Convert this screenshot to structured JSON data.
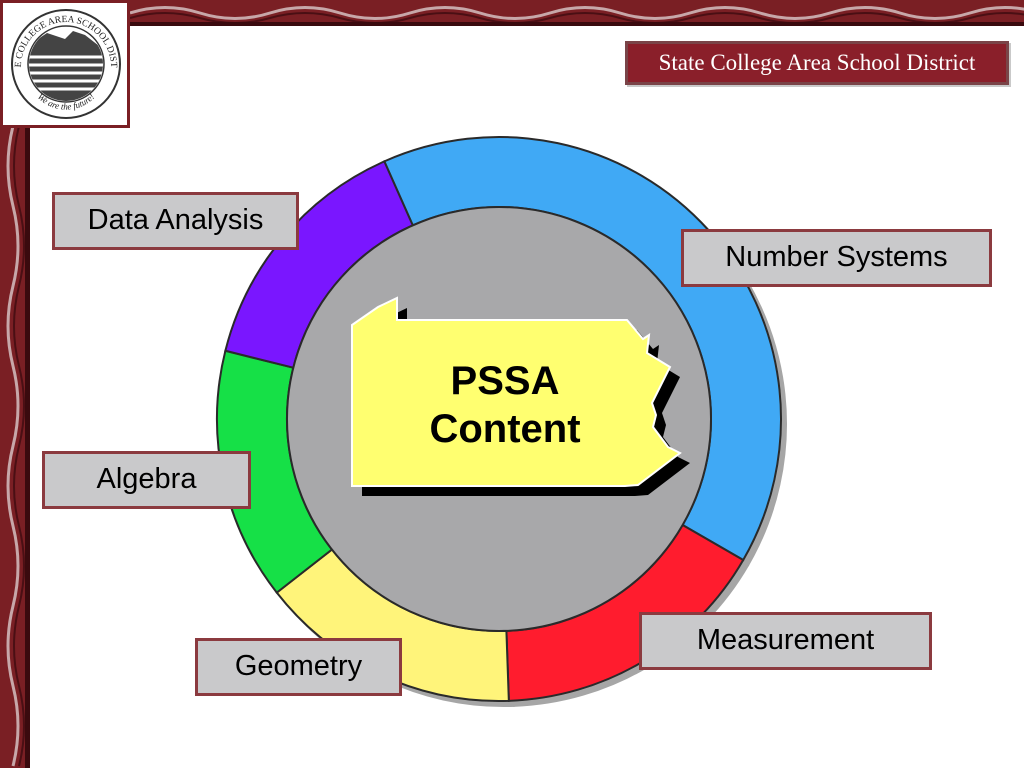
{
  "header": {
    "district_name": "State College Area School District",
    "logo_icon": "school-district-seal-icon",
    "logo_text_top": "STATE COLLEGE AREA SCHOOL DISTRICT",
    "logo_text_bottom": "We are the future!"
  },
  "diagram": {
    "center_line1": "PSSA",
    "center_line2": "Content",
    "segments": [
      {
        "label": "Number Systems",
        "color": "#3fa9f5"
      },
      {
        "label": "Measurement",
        "color": "#ff1a2e"
      },
      {
        "label": "Geometry",
        "color": "#fff47a"
      },
      {
        "label": "Algebra",
        "color": "#12e046"
      },
      {
        "label": "Data Analysis",
        "color": "#7a12ff"
      }
    ]
  },
  "colors": {
    "border_accent": "#7a1f24",
    "center_disc": "#a8a8aa",
    "state_shape": "#ffff70",
    "label_fill": "#c9c9cb"
  }
}
